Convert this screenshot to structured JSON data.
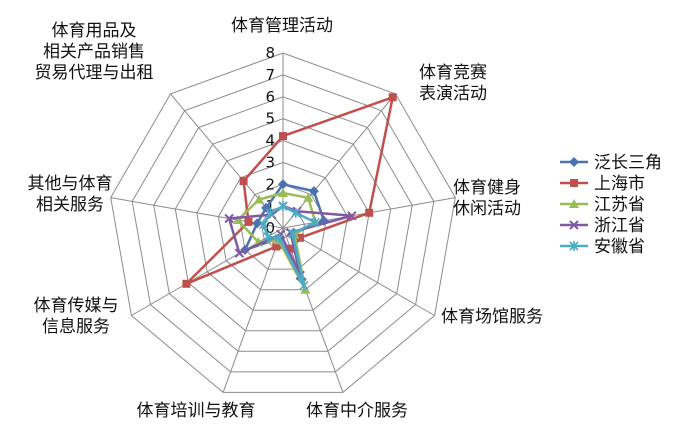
{
  "chart_data": {
    "type": "radar",
    "title": "",
    "axes": [
      "体育管理活动",
      "体育竞赛表演活动",
      "体育健身休闲活动",
      "体育场馆服务",
      "体育中介服务",
      "体育培训与教育",
      "体育传媒与信息服务",
      "其他与体育相关服务",
      "体育用品及相关产品销售贸易代理与出租"
    ],
    "axis_label_lines": [
      [
        "体育管理活动"
      ],
      [
        "体育竞赛",
        "表演活动"
      ],
      [
        "体育健身",
        "休闲活动"
      ],
      [
        "体育场馆服务"
      ],
      [
        "体育中介服务"
      ],
      [
        "体育培训与教育"
      ],
      [
        "体育传媒与",
        "信息服务"
      ],
      [
        "其他与体育",
        "相关服务"
      ],
      [
        "体育用品及",
        "相关产品销售",
        "贸易代理与出租"
      ]
    ],
    "rmin": 0,
    "rmax": 8,
    "ticks": [
      "0",
      "1",
      "2",
      "3",
      "4",
      "5",
      "6",
      "7",
      "8"
    ],
    "grid": true,
    "legend_position": "right",
    "series": [
      {
        "name": "泛长三角",
        "color": "#4a74b0",
        "marker": "diamond",
        "values": [
          2.0,
          2.2,
          1.9,
          0.5,
          2.5,
          0.5,
          2.0,
          1.2,
          1.2
        ]
      },
      {
        "name": "上海市",
        "color": "#c0504d",
        "marker": "square",
        "values": [
          4.2,
          7.8,
          4.0,
          0.9,
          1.0,
          0.9,
          5.1,
          1.6,
          2.8
        ]
      },
      {
        "name": "江苏省",
        "color": "#9bbb59",
        "marker": "triangle",
        "values": [
          1.6,
          1.8,
          1.5,
          0.6,
          3.0,
          0.6,
          1.3,
          2.1,
          1.7
        ]
      },
      {
        "name": "浙江省",
        "color": "#7f5aa2",
        "marker": "x",
        "values": [
          1.0,
          1.0,
          3.2,
          0.4,
          2.3,
          0.3,
          2.3,
          2.5,
          0.8
        ]
      },
      {
        "name": "安徽省",
        "color": "#4bacc6",
        "marker": "star",
        "values": [
          1.0,
          0.9,
          1.5,
          0.5,
          2.8,
          0.5,
          0.8,
          0.9,
          0.9
        ]
      }
    ]
  }
}
